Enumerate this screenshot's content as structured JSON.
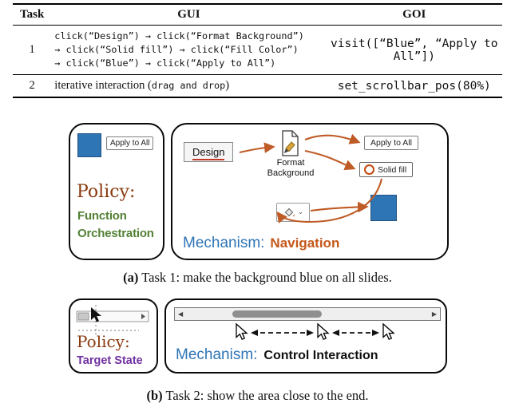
{
  "table": {
    "headers": [
      "Task",
      "GUI",
      "GOI"
    ],
    "rows": [
      {
        "task": "1",
        "gui_lines": [
          "click(“Design”) → click(“Format Background”)",
          "→ click(“Solid fill”) → click(“Fill Color”)",
          "→ click(“Blue”) → click(“Apply to All”)"
        ],
        "goi": "visit([“Blue”, “Apply to All”])"
      },
      {
        "task": "2",
        "gui_prefix": "iterative interaction (",
        "gui_code": "drag and drop",
        "gui_suffix": ")",
        "goi": "set_scrollbar_pos(80%)"
      }
    ]
  },
  "fig_a": {
    "left": {
      "apply_button": "Apply to All",
      "policy_label": "Policy:",
      "policy_value_line1": "Function",
      "policy_value_line2": "Orchestration"
    },
    "right": {
      "design_button": "Design",
      "format_background_line1": "Format",
      "format_background_line2": "Background",
      "apply_button": "Apply to All",
      "solid_fill_button": "Solid fill",
      "mechanism_label": "Mechanism:",
      "mechanism_value": "Navigation"
    },
    "caption_tag": "(a)",
    "caption_text": "Task 1: make the background blue on all slides."
  },
  "fig_b": {
    "left": {
      "policy_label": "Policy:",
      "policy_value": "Target State"
    },
    "right": {
      "mechanism_label": "Mechanism:",
      "mechanism_value": "Control Interaction"
    },
    "caption_tag": "(b)",
    "caption_text": "Task 2: show the area close to the end."
  },
  "icons": {
    "format_background_icon": "page-with-brush",
    "fill_color_icon": "paint-bucket",
    "dropdown_chevron": "⌄",
    "scroll_left_arrow": "◀",
    "scroll_right_arrow": "▶",
    "cursor_icon": "mouse-pointer"
  },
  "colors": {
    "policy_brown": "#8a3a0e",
    "orchestration_green": "#538135",
    "mechanism_blue": "#2e74b5",
    "navigation_orange": "#c4571a",
    "target_state_purple": "#7030a0",
    "arrow_orange": "#bf5b26",
    "slide_blue": "#2e75b6"
  }
}
